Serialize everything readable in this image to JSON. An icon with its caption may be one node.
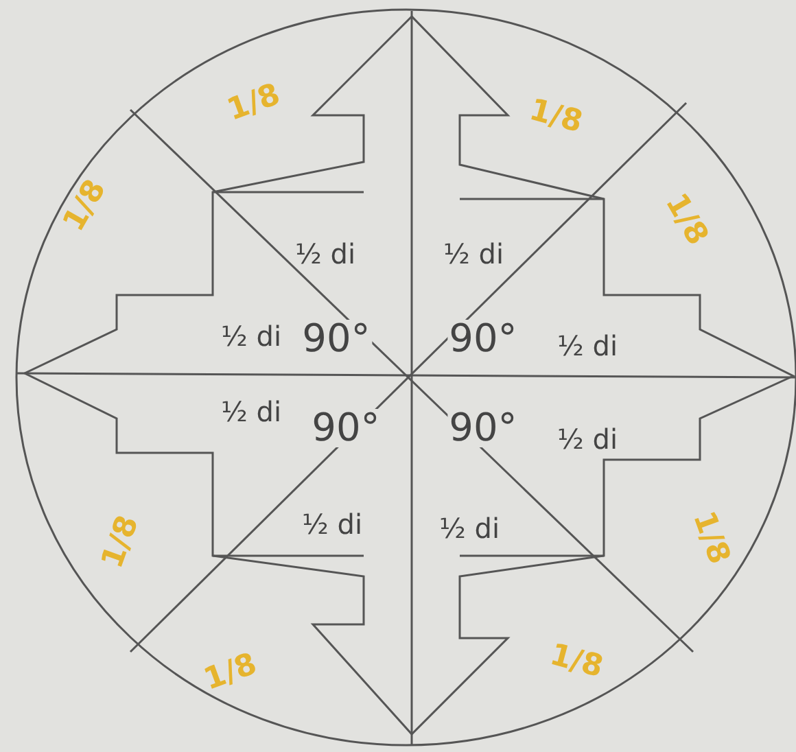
{
  "diagram": {
    "labels": [
      "1/8",
      "1/8",
      "1/8",
      "1/8",
      "½ di",
      "½ di",
      "½ di",
      "90°",
      "90°",
      "½ di",
      "½ di",
      "90°",
      "90°",
      "½ di",
      "½ di",
      "½ di",
      "1/8",
      "1/8",
      "1/8",
      "1/8"
    ]
  }
}
